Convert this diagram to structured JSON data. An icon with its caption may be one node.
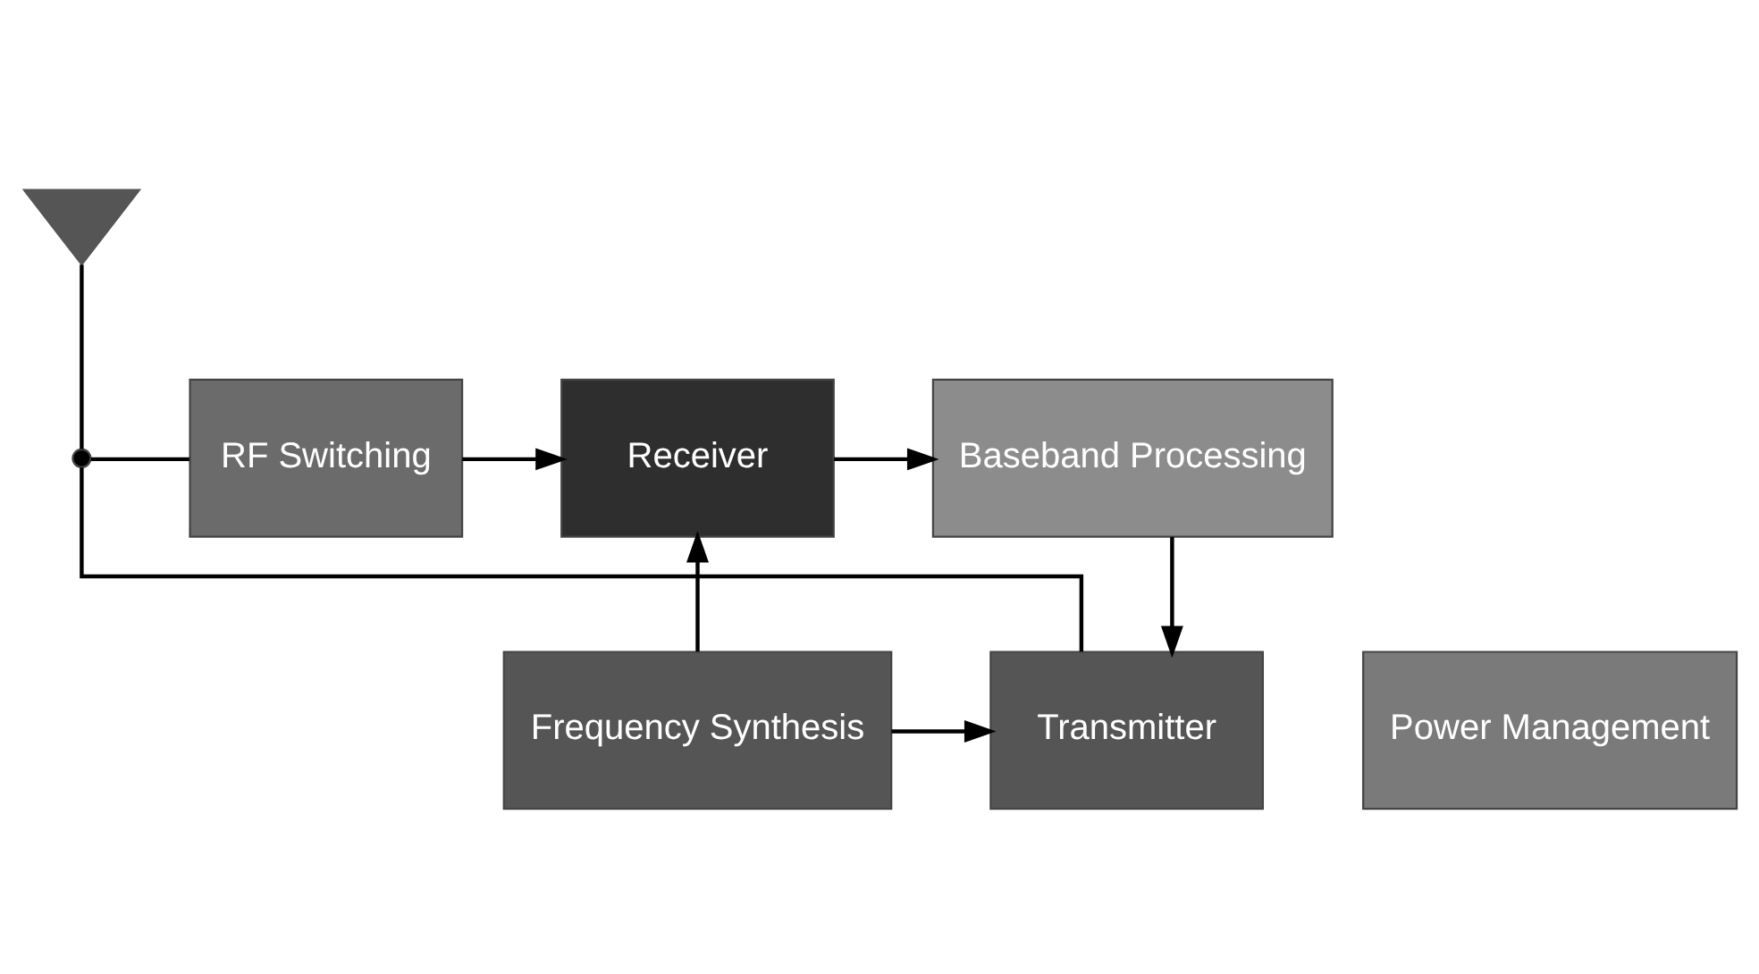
{
  "diagram": {
    "nodes": [
      {
        "text": [],
        "shape": "triangle"
      },
      {
        "text": [],
        "shape": "circle"
      },
      {
        "text": [
          "RF Switching"
        ]
      },
      {
        "text": [
          "Receiver"
        ]
      },
      {
        "text": [
          "Baseband Processing"
        ]
      },
      {
        "text": [
          "Transmitter"
        ]
      },
      {
        "text": [
          "Frequency Synthesis"
        ]
      },
      {
        "text": [
          "Power Management"
        ]
      }
    ],
    "edges": [
      {
        "from": 0,
        "to": 1,
        "arrow": "none"
      },
      {
        "from": 1,
        "to": 2,
        "arrow": "none"
      },
      {
        "from": 2,
        "to": 3,
        "arrow": "to"
      },
      {
        "from": 3,
        "to": 4,
        "arrow": "to"
      },
      {
        "from": 4,
        "to": 5,
        "arrow": "to"
      },
      {
        "from": 6,
        "to": 3,
        "arrow": "to"
      },
      {
        "from": 6,
        "to": 5,
        "arrow": "to"
      },
      {
        "from": 5,
        "to": 1,
        "arrow": "none"
      }
    ]
  }
}
